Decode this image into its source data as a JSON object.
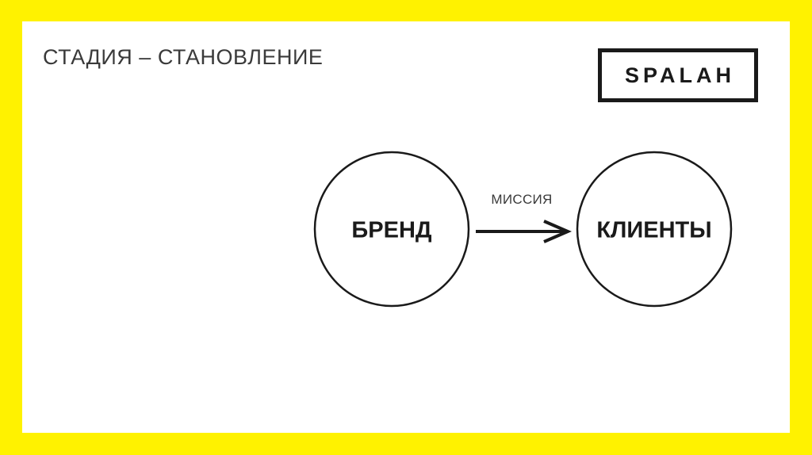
{
  "colors": {
    "frame": "#FFF200",
    "slide_background": "#FFFFFF",
    "ink": "#1a1a1a"
  },
  "slide": {
    "title": "СТАДИЯ – СТАНОВЛЕНИЕ"
  },
  "logo": {
    "text": "SPALAH"
  },
  "diagram": {
    "nodes": [
      {
        "id": "brand",
        "label": "БРЕНД",
        "shape": "circle"
      },
      {
        "id": "clients",
        "label": "КЛИЕНТЫ",
        "shape": "circle"
      }
    ],
    "edges": [
      {
        "from": "brand",
        "to": "clients",
        "label": "МИССИЯ",
        "arrow": "open-chevron"
      }
    ]
  }
}
